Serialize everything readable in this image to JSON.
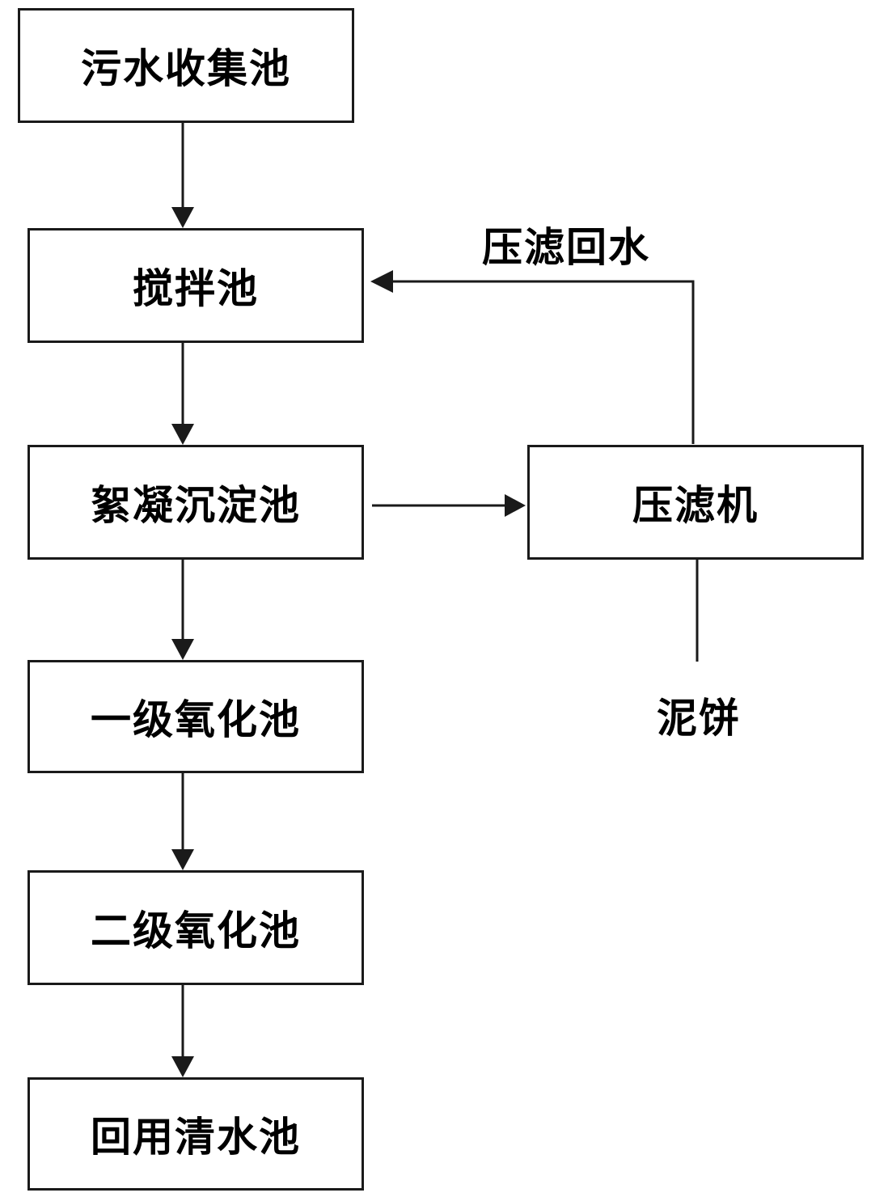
{
  "nodes": {
    "collection_tank": "污水收集池",
    "mixing_tank": "搅拌池",
    "flocculation_tank": "絮凝沉淀池",
    "primary_oxidation_tank": "一级氧化池",
    "secondary_oxidation_tank": "二级氧化池",
    "reuse_clear_water_tank": "回用清水池",
    "filter_press": "压滤机"
  },
  "labels": {
    "press_return_water": "压滤回水",
    "sludge_cake": "泥饼"
  },
  "colors": {
    "line": "#1a1a1a"
  }
}
